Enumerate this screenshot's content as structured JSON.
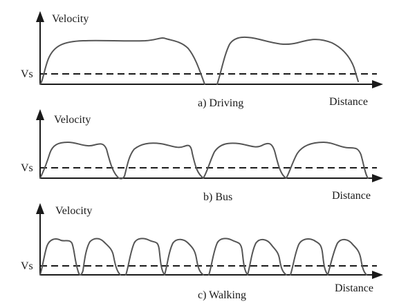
{
  "panels": [
    {
      "id": "driving",
      "y_label": "Velocity",
      "x_label": "Distance",
      "threshold_label": "Vs",
      "caption": "a) Driving"
    },
    {
      "id": "bus",
      "y_label": "Velocity",
      "x_label": "Distance",
      "threshold_label": "Vs",
      "caption": "b) Bus"
    },
    {
      "id": "walking",
      "y_label": "Velocity",
      "x_label": "Distance",
      "threshold_label": "Vs",
      "caption": "c) Walking"
    }
  ],
  "colors": {
    "axis": "#1a1a1a",
    "curve": "#555555",
    "threshold": "#1a1a1a"
  }
}
